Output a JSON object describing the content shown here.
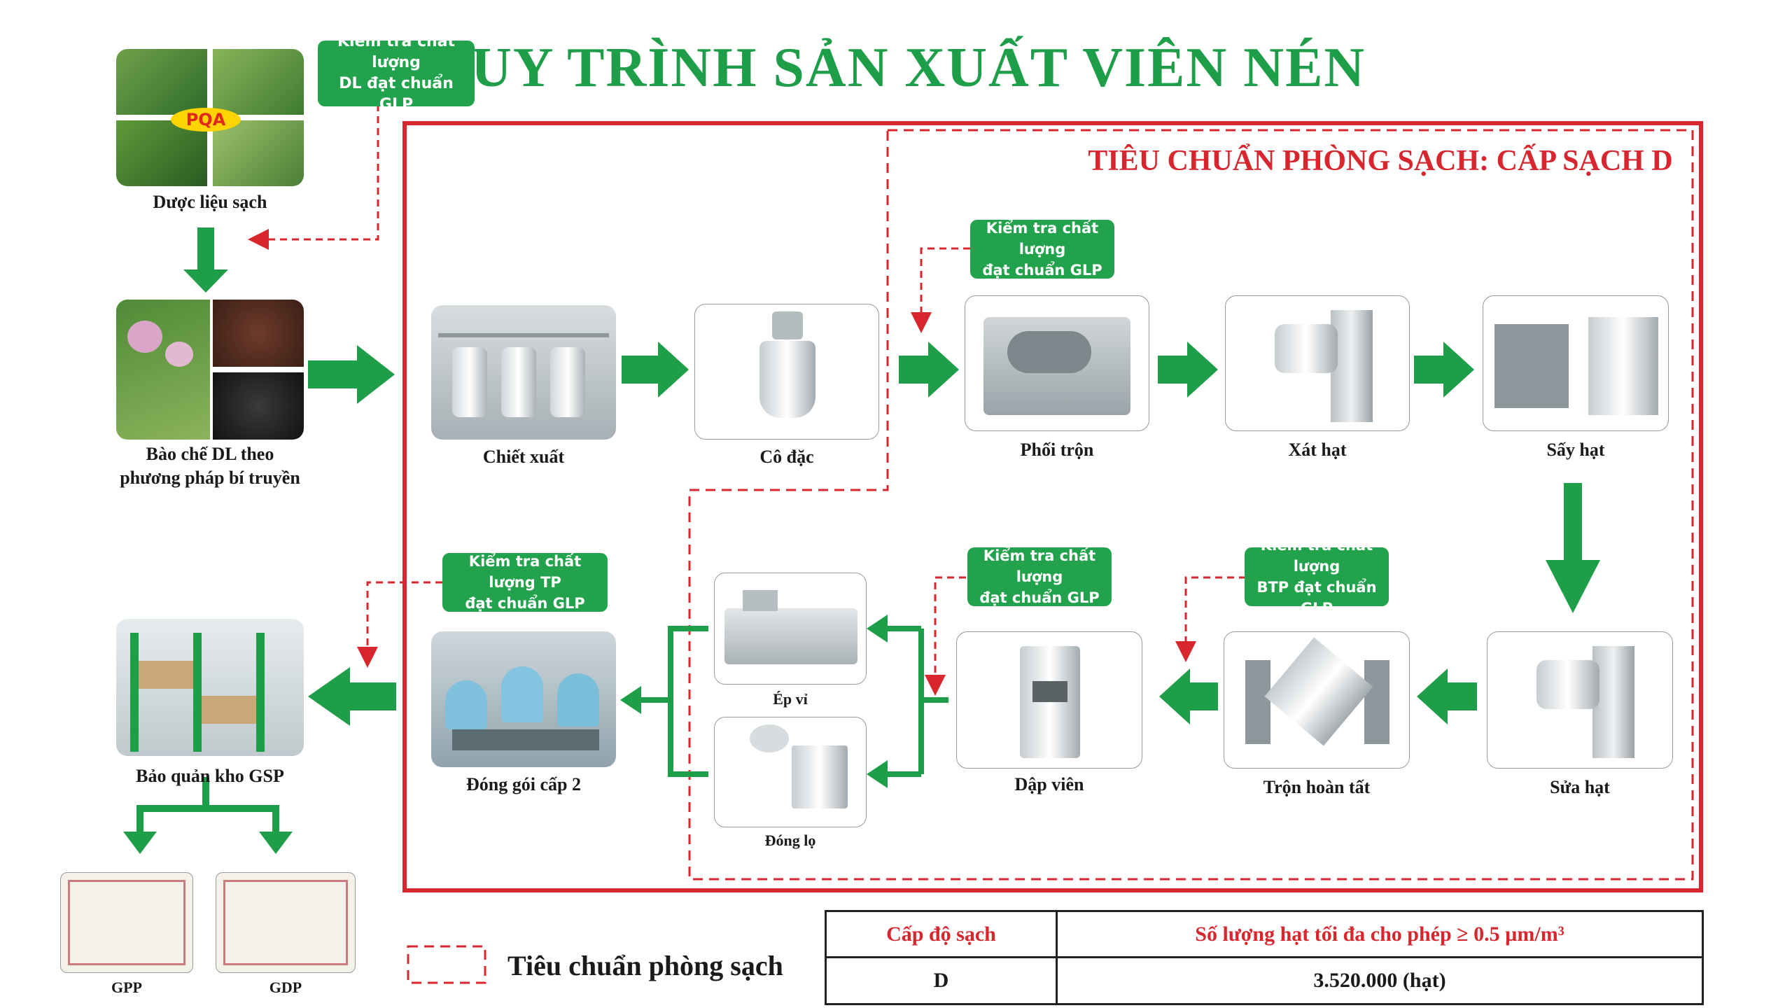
{
  "title": "QUY TRÌNH SẢN XUẤT VIÊN NÉN",
  "cleanroom_standard": "TIÊU CHUẨN PHÒNG SẠCH: CẤP SẠCH D",
  "logo_text": "PQA",
  "badges": {
    "raw": "Kiểm tra chất lượng\nDL đạt chuẩn GLP",
    "mixing": "Kiểm tra chất lượng\nđạt chuẩn GLP",
    "finished": "Kiểm tra chất lượng TP\nđạt chuẩn GLP",
    "packing": "Kiểm tra chất lượng\nđạt chuẩn GLP",
    "semi": "Kiểm tra chất lượng\nBTP đạt chuẩn GLP"
  },
  "steps": {
    "herbs": "Dược liệu sạch",
    "prep": "Bào chế DL theo\nphương pháp bí truyền",
    "extract": "Chiết xuất",
    "concentrate": "Cô đặc",
    "mix": "Phối trộn",
    "granulate": "Xát hạt",
    "dry": "Sấy hạt",
    "repair": "Sửa hạt",
    "final_mix": "Trộn hoàn tất",
    "press": "Dập viên",
    "blister": "Ép vỉ",
    "bottle": "Đóng lọ",
    "pack2": "Đóng gói cấp 2",
    "store": "Bảo quản kho GSP",
    "gpp": "GPP",
    "gdp": "GDP"
  },
  "legend": "Tiêu chuẩn phòng sạch",
  "table": {
    "header_level": "Cấp độ sạch",
    "header_particles": "Số lượng hạt tối đa cho phép ≥ 0.5 µm/m³",
    "level": "D",
    "particles": "3.520.000 (hạt)"
  },
  "colors": {
    "green": "#1f9e49",
    "badge_green": "#23a24d",
    "red": "#d7262e"
  }
}
